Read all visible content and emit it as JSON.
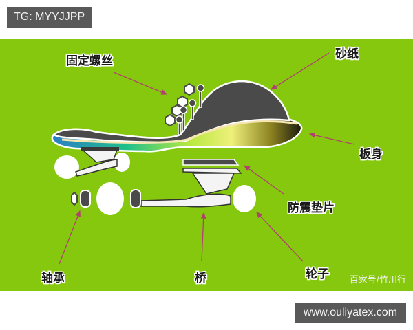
{
  "header_tag": {
    "text": "TG: MYYJJPP"
  },
  "diagram": {
    "title": "Skateboard exploded parts diagram",
    "background_color": "#86c80e",
    "arrow_color": "#b0406e",
    "labels": {
      "screws": "固定螺丝",
      "grip_tape": "砂纸",
      "deck": "板身",
      "shock_pad": "防震垫片",
      "bearing": "轴承",
      "truck": "桥",
      "wheel": "轮子"
    },
    "watermark": "百家号/竹川行"
  },
  "footer_url": {
    "text": "www.ouliyatex.com"
  }
}
